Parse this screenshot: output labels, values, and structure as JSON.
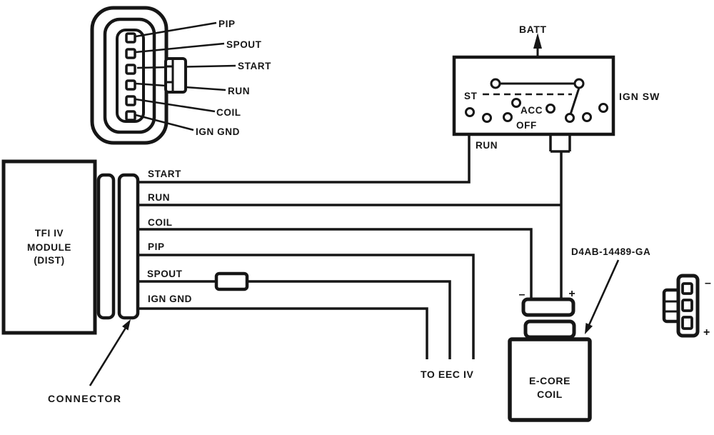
{
  "top_connector": {
    "pin_labels": [
      "PIP",
      "SPOUT",
      "START",
      "RUN",
      "COIL",
      "IGN GND"
    ]
  },
  "module": {
    "name_lines": [
      "TFI IV",
      "MODULE",
      "(DIST)"
    ],
    "connector_label": "CONNECTOR"
  },
  "wire_labels": [
    "START",
    "RUN",
    "COIL",
    "PIP",
    "SPOUT",
    "IGN GND"
  ],
  "eec_label": "TO EEC IV",
  "ign_switch": {
    "name": "IGN SW",
    "batt": "BATT",
    "positions": {
      "st": "ST",
      "acc": "ACC",
      "off": "OFF"
    },
    "run_wire": "RUN"
  },
  "coil": {
    "name_lines": [
      "E-CORE",
      "COIL"
    ],
    "part_number": "D4AB-14489-GA",
    "terminals": {
      "minus": "–",
      "plus": "+"
    }
  },
  "right_connector": {
    "terminals": {
      "minus": "–",
      "plus": "+"
    }
  },
  "colors": {
    "ink": "#161616",
    "paper": "#ffffff"
  }
}
